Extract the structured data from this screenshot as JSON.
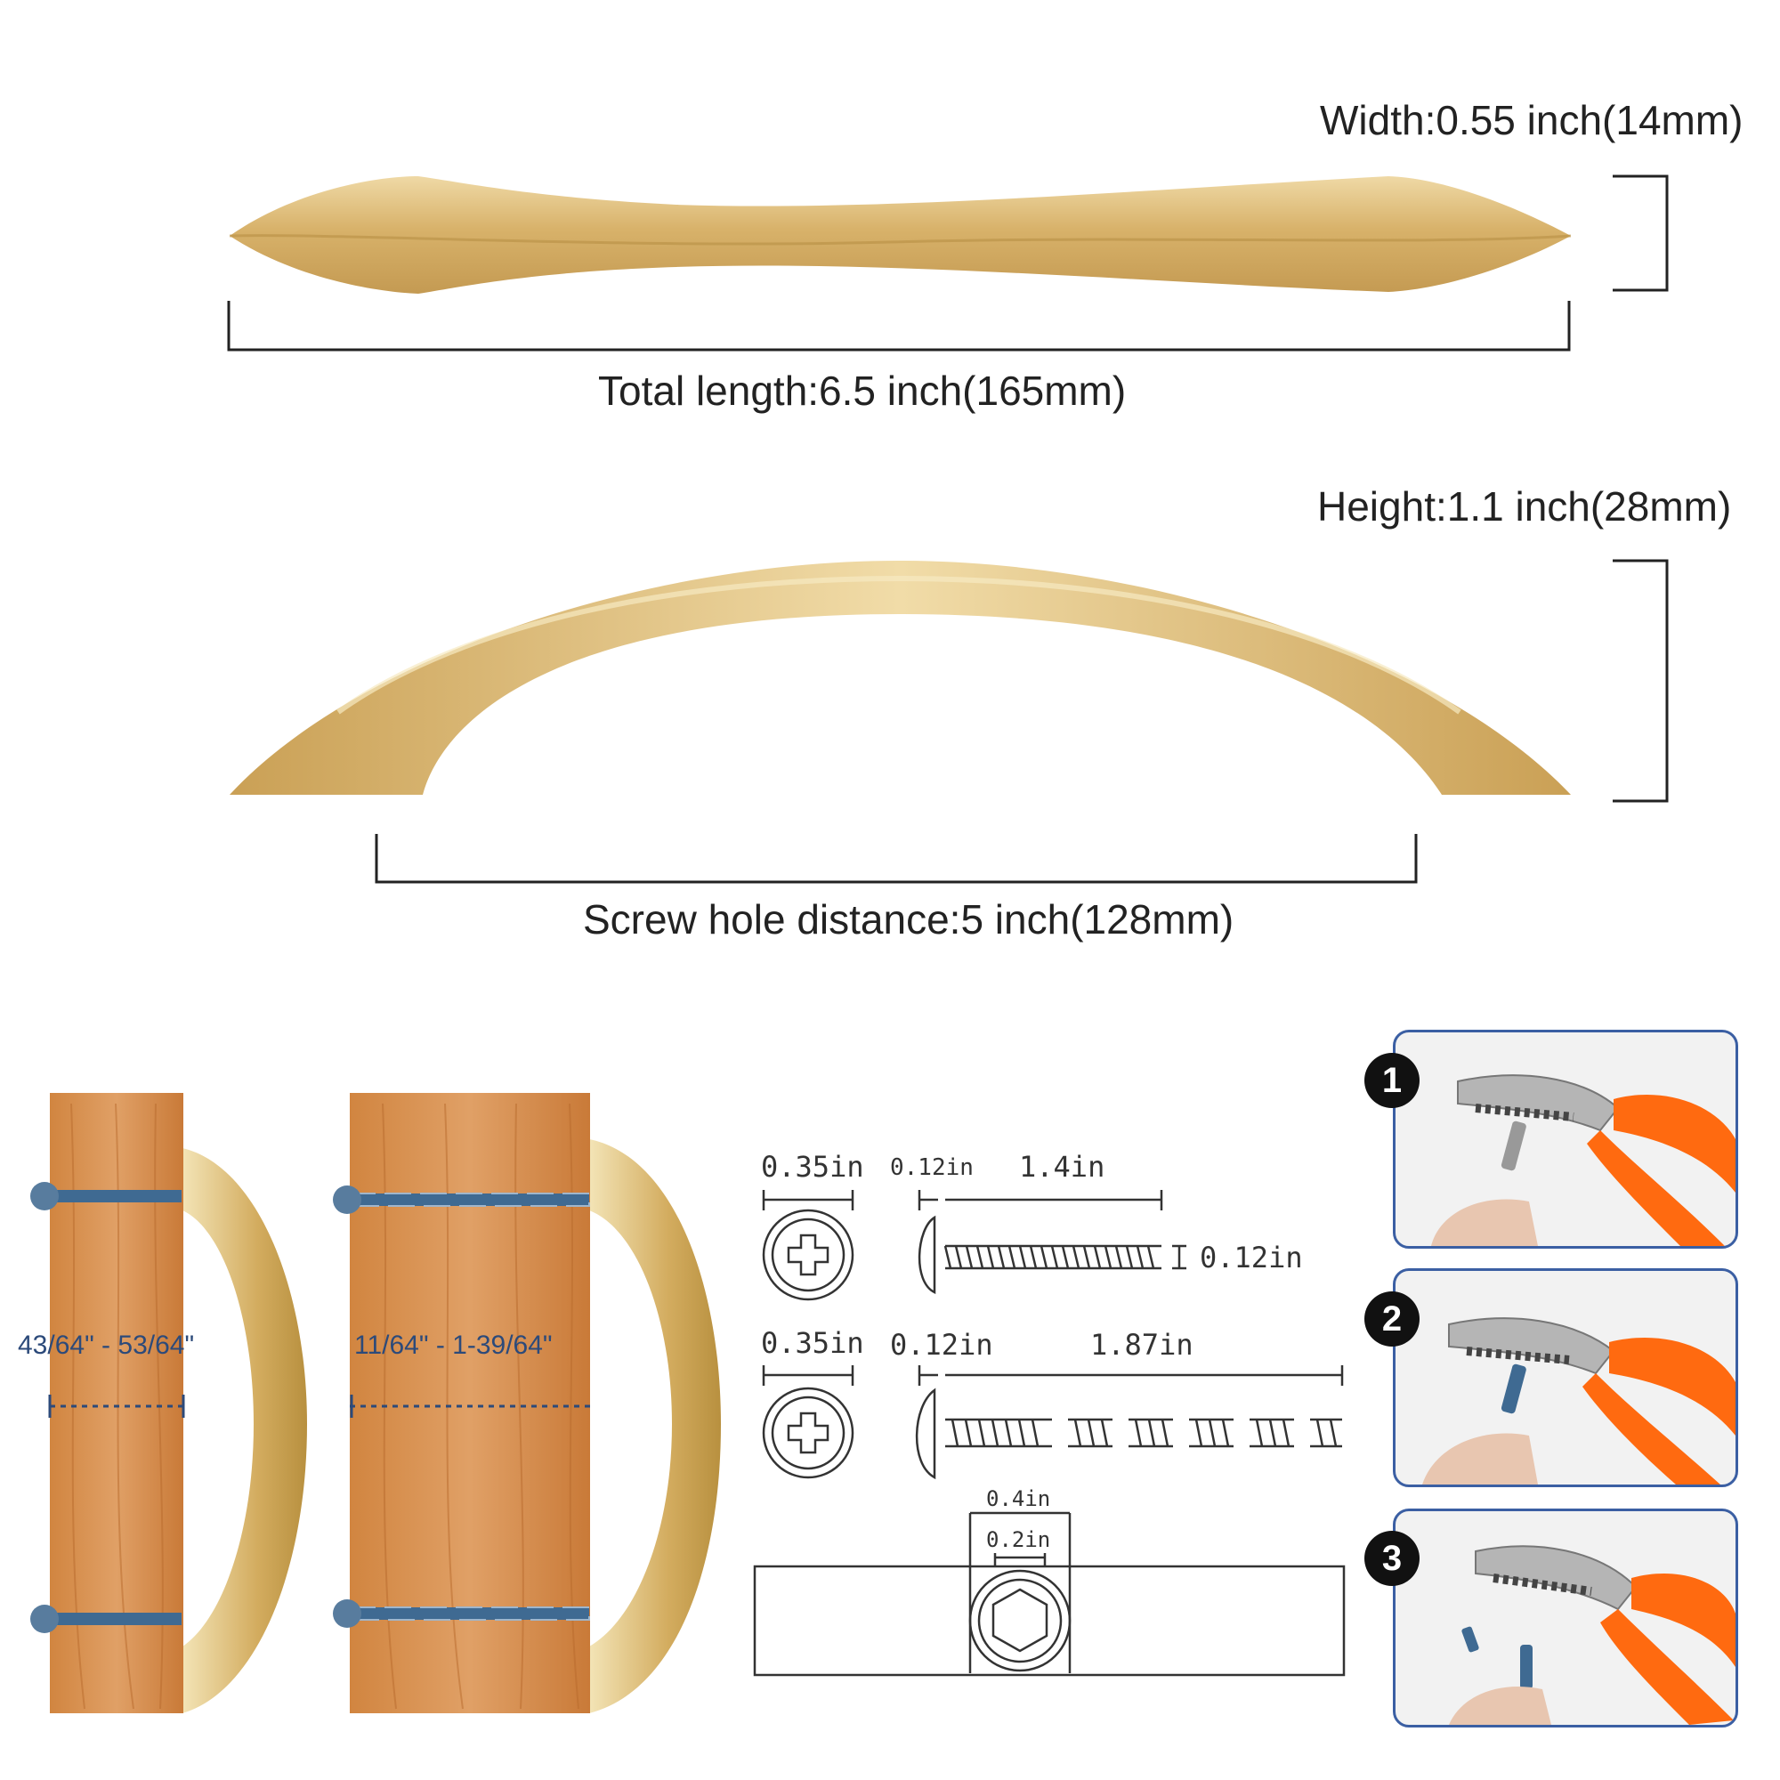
{
  "dimensions": {
    "width_label": "Width:0.55 inch(14mm)",
    "total_length_label": "Total length:6.5 inch(165mm)",
    "height_label": "Height:1.1 inch(28mm)",
    "screw_hole_label": "Screw hole distance:5 inch(128mm)"
  },
  "mounting": {
    "panel_1_range": "43/64\" - 53/64\"",
    "panel_2_range": "11/64\" - 1-39/64\""
  },
  "screw_specs": {
    "screw_1": {
      "head_diameter": "0.35in",
      "head_thickness": "0.12in",
      "length": "1.4in",
      "thread_diameter": "0.12in"
    },
    "screw_2": {
      "head_diameter": "0.35in",
      "head_thickness": "0.12in",
      "length": "1.87in"
    },
    "hole": {
      "outer": "0.4in",
      "inner": "0.2in"
    }
  },
  "steps": [
    "1",
    "2",
    "3"
  ],
  "colors": {
    "gold": "#d9b872",
    "wood": "#d98a45",
    "screw": "#3f6a92",
    "plier_handle": "#ff6a10"
  }
}
